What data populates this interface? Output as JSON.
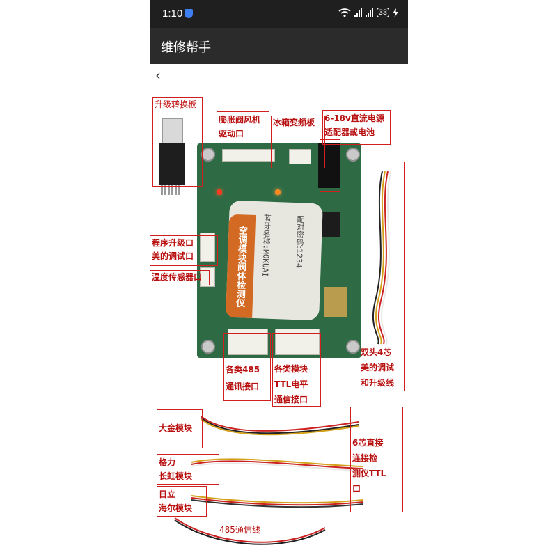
{
  "status_bar": {
    "time": "1:10",
    "battery": "33",
    "icons": [
      "shield-icon",
      "wifi-icon",
      "signal-icon",
      "signal-icon",
      "battery-icon",
      "charging-icon"
    ]
  },
  "app_bar": {
    "title": "维修帮手"
  },
  "nav": {
    "back_icon": "chevron-left-icon",
    "back_glyph": "‹"
  },
  "image": {
    "annotations": {
      "upgrade_board": "升级转换板",
      "expansion_valve": "膨胀阀风机\n驱动口",
      "fridge_inverter": "冰箱变频板",
      "power": "6-18v直流电源\n适配器或电池",
      "program_upgrade": "程序升级口\n美的调试口",
      "temp_sensor": "温度传感器口",
      "rs485_port": "各类485\n通讯接口",
      "ttl_port": "各类模块\nTTL电平\n通信接口",
      "dual_head": "双头4芯\n美的调试\n和升级线",
      "daikin": "大金模块",
      "gree": "格力\n长虹模块",
      "hitachi": "日立\n海尔模块",
      "six_core": "6芯直接\n连接检\n测仪TTL\n口",
      "rs485_cable": "485通信线"
    },
    "module_label": {
      "title": "空调模块阀体检测仪",
      "bluetooth": "蓝牙名称:MOKUAI",
      "pairing": "配对密码:1234"
    }
  }
}
